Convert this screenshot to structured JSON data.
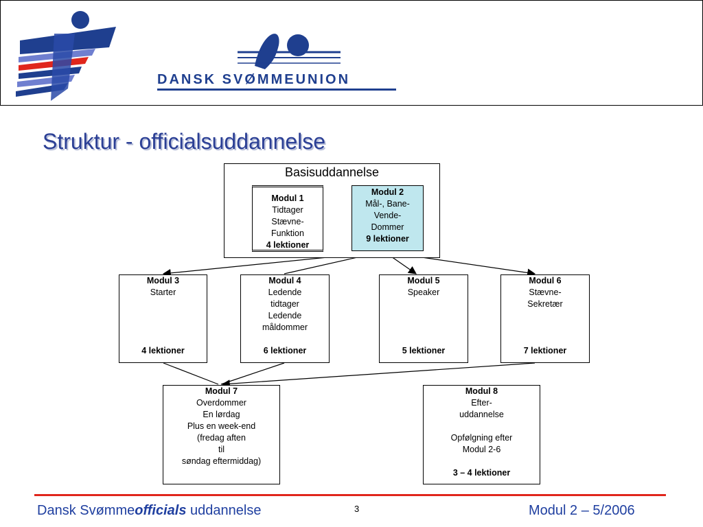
{
  "header": {
    "org_name": "DANSK SVØMMEUNION"
  },
  "title": "Struktur - officialsuddannelse",
  "group": {
    "title": "Basisuddannelse"
  },
  "modules": {
    "m1": {
      "name": "Modul 1",
      "lines": [
        "Tidtager",
        "Stævne-",
        "Funktion"
      ],
      "lessons": "4 lektioner"
    },
    "m2": {
      "name": "Modul 2",
      "lines": [
        "Mål-, Bane-",
        "Vende-",
        "Dommer"
      ],
      "lessons": "9 lektioner"
    },
    "m3": {
      "name": "Modul 3",
      "lines": [
        "Starter"
      ],
      "lessons": "4 lektioner"
    },
    "m4": {
      "name": "Modul 4",
      "lines": [
        "Ledende",
        "tidtager",
        "Ledende",
        "måldommer"
      ],
      "lessons": "6 lektioner"
    },
    "m5": {
      "name": "Modul 5",
      "lines": [
        "Speaker"
      ],
      "lessons": "5 lektioner"
    },
    "m6": {
      "name": "Modul 6",
      "lines": [
        "Stævne-",
        "Sekretær"
      ],
      "lessons": "7 lektioner"
    },
    "m7": {
      "name": "Modul 7",
      "lines": [
        "Overdommer",
        "En lørdag",
        "Plus en week-end",
        "(fredag aften",
        "til",
        "søndag eftermiddag)"
      ]
    },
    "m8": {
      "name": "Modul 8",
      "lines": [
        "Efter-",
        "uddannelse",
        "",
        "Opfølgning efter",
        "Modul 2-6"
      ],
      "lessons": "3 – 4 lektioner"
    }
  },
  "footer": {
    "left_a": "Dansk Svømme",
    "left_b": "officials",
    "left_c": " uddannelse",
    "page": "3",
    "right": "Modul 2 – 5/2006"
  },
  "colors": {
    "title": "#2b3f95",
    "footer": "#1f3fa0",
    "accent_red": "#e0261c",
    "module2_fill": "#bfe7ee"
  }
}
